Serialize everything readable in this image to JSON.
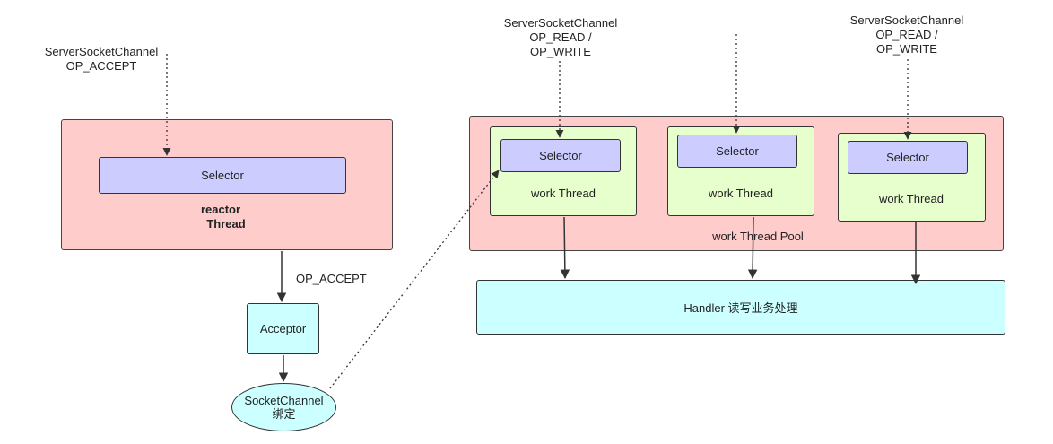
{
  "top_labels": {
    "reactor": [
      "ServerSocketChannel",
      "OP_ACCEPT"
    ],
    "worker1": [
      "ServerSocketChannel",
      "OP_READ /",
      "OP_WRITE"
    ],
    "worker3": [
      "ServerSocketChannel",
      "OP_READ /",
      "OP_WRITE"
    ]
  },
  "reactor": {
    "selector": "Selector",
    "title_line1": "reactor",
    "title_line2": "Thread"
  },
  "edge_label": "OP_ACCEPT",
  "acceptor": "Acceptor",
  "socket_channel": {
    "line1": "SocketChannel",
    "line2": "绑定"
  },
  "pool": {
    "label": "work Thread Pool",
    "workers": [
      {
        "selector": "Selector",
        "label": "work Thread"
      },
      {
        "selector": "Selector",
        "label": "work Thread"
      },
      {
        "selector": "Selector",
        "label": "work Thread"
      }
    ]
  },
  "handler": "Handler  读写业务处理",
  "colors": {
    "reactor_fill": "#ffcccc",
    "selector_fill": "#ccccff",
    "worker_fill": "#e6ffcc",
    "cyan_fill": "#ccffff"
  }
}
